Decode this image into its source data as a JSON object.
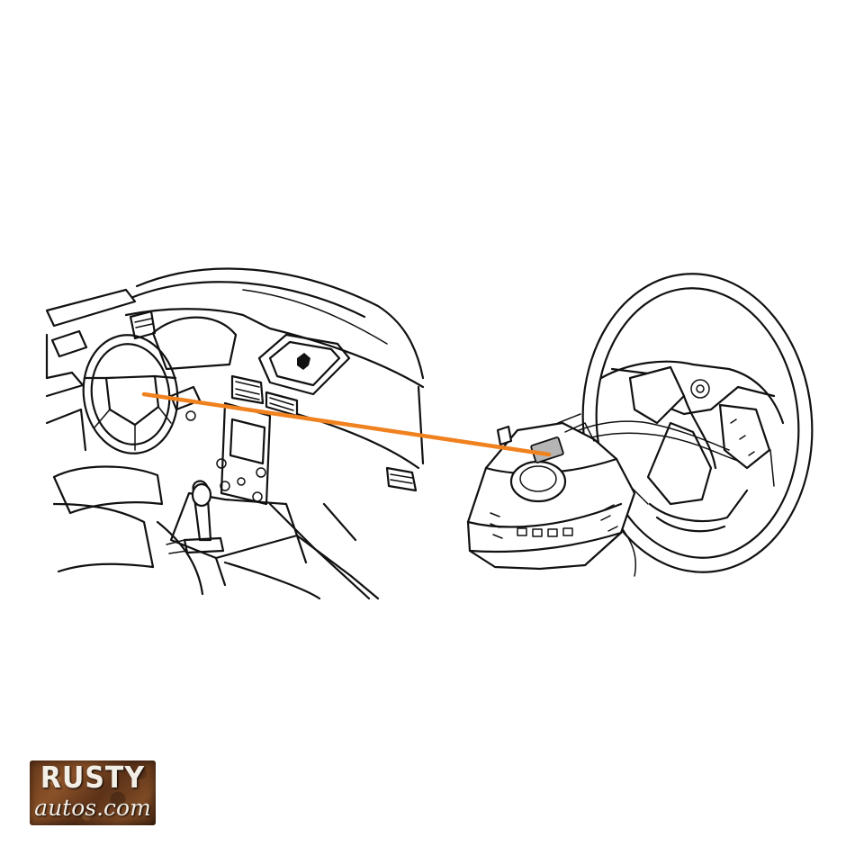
{
  "logo": {
    "line1": "RUSTY",
    "line2": "autos.com"
  },
  "colors": {
    "leader_line": "#f0811f",
    "connector": "#b5b5b5",
    "ink": "#111111"
  },
  "icons": [
    "dashboard-illustration",
    "steering-wheel-illustration",
    "airbag-module-illustration",
    "rustyautos-logo"
  ]
}
